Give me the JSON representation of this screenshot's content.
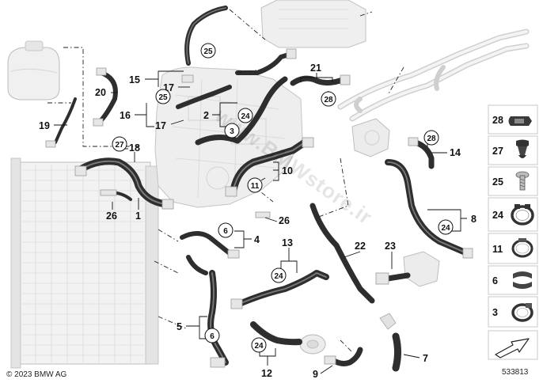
{
  "copyright": "© 2023 BMW AG",
  "diagram_id": "533813",
  "watermark": "www.BMWstore.ir",
  "callouts": {
    "c1": "1",
    "c2": "2",
    "c4": "4",
    "c5": "5",
    "c7": "7",
    "c8": "8",
    "c9": "9",
    "c10": "10",
    "c12": "12",
    "c13": "13",
    "c14": "14",
    "c15": "15",
    "c16": "16",
    "c17a": "17",
    "c17b": "17",
    "c18": "18",
    "c19": "19",
    "c20": "20",
    "c21": "21",
    "c22": "22",
    "c23": "23",
    "c26a": "26",
    "c26b": "26"
  },
  "circled": {
    "k25a": "25",
    "k25b": "25",
    "k24a": "24",
    "k3": "3",
    "k27": "27",
    "k11": "11",
    "k28a": "28",
    "k28b": "28",
    "k6a": "6",
    "k24b": "24",
    "k24c": "24",
    "k6b": "6",
    "k24d": "24"
  },
  "legend": [
    {
      "num": "28",
      "icon": "clip-icon"
    },
    {
      "num": "27",
      "icon": "grommet-icon"
    },
    {
      "num": "25",
      "icon": "bolt-icon"
    },
    {
      "num": "24",
      "icon": "spring-clamp-icon"
    },
    {
      "num": "11",
      "icon": "hose-clamp-icon"
    },
    {
      "num": "6",
      "icon": "clamp-pair-icon"
    },
    {
      "num": "3",
      "icon": "band-clamp-icon"
    }
  ]
}
